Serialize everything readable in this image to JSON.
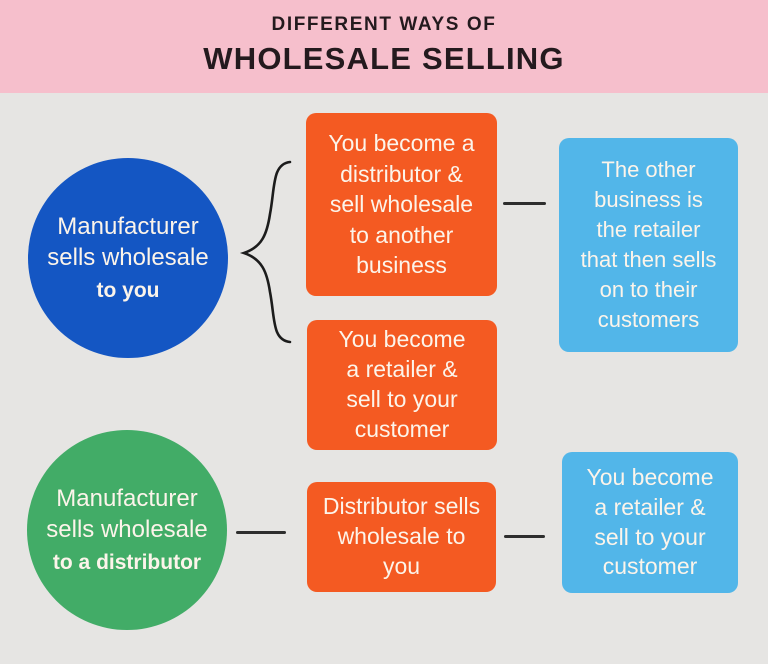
{
  "title": {
    "line1": "DIFFERENT WAYS OF",
    "line2": "WHOLESALE SELLING"
  },
  "colors": {
    "header_bg": "#f6bfcc",
    "background": "#e6e5e3",
    "blue_circle": "#1456c3",
    "green_circle": "#42ac67",
    "orange_box": "#f45a22",
    "light_blue_box": "#52b6e9",
    "text_on_shapes": "#fcf4ea",
    "title_text": "#241a1e",
    "connector_line": "#2e2e2e"
  },
  "flow_to_you": {
    "source_line1": "Manufacturer",
    "source_line2": "sells wholesale",
    "source_emphasis": "to you",
    "option_distributor": "You become a\ndistributor &\nsell wholesale\nto another\nbusiness",
    "option_distributor_result": "The other\nbusiness is\nthe retailer\nthat then sells\non to their\ncustomers",
    "option_retailer": "You become\na retailer &\nsell to your\ncustomer"
  },
  "flow_to_distributor": {
    "source_line1": "Manufacturer",
    "source_line2": "sells wholesale",
    "source_emphasis": "to a distributor",
    "step_distributor": "Distributor sells\nwholesale to\nyou",
    "step_result": "You become\na retailer &\nsell to your\ncustomer"
  }
}
